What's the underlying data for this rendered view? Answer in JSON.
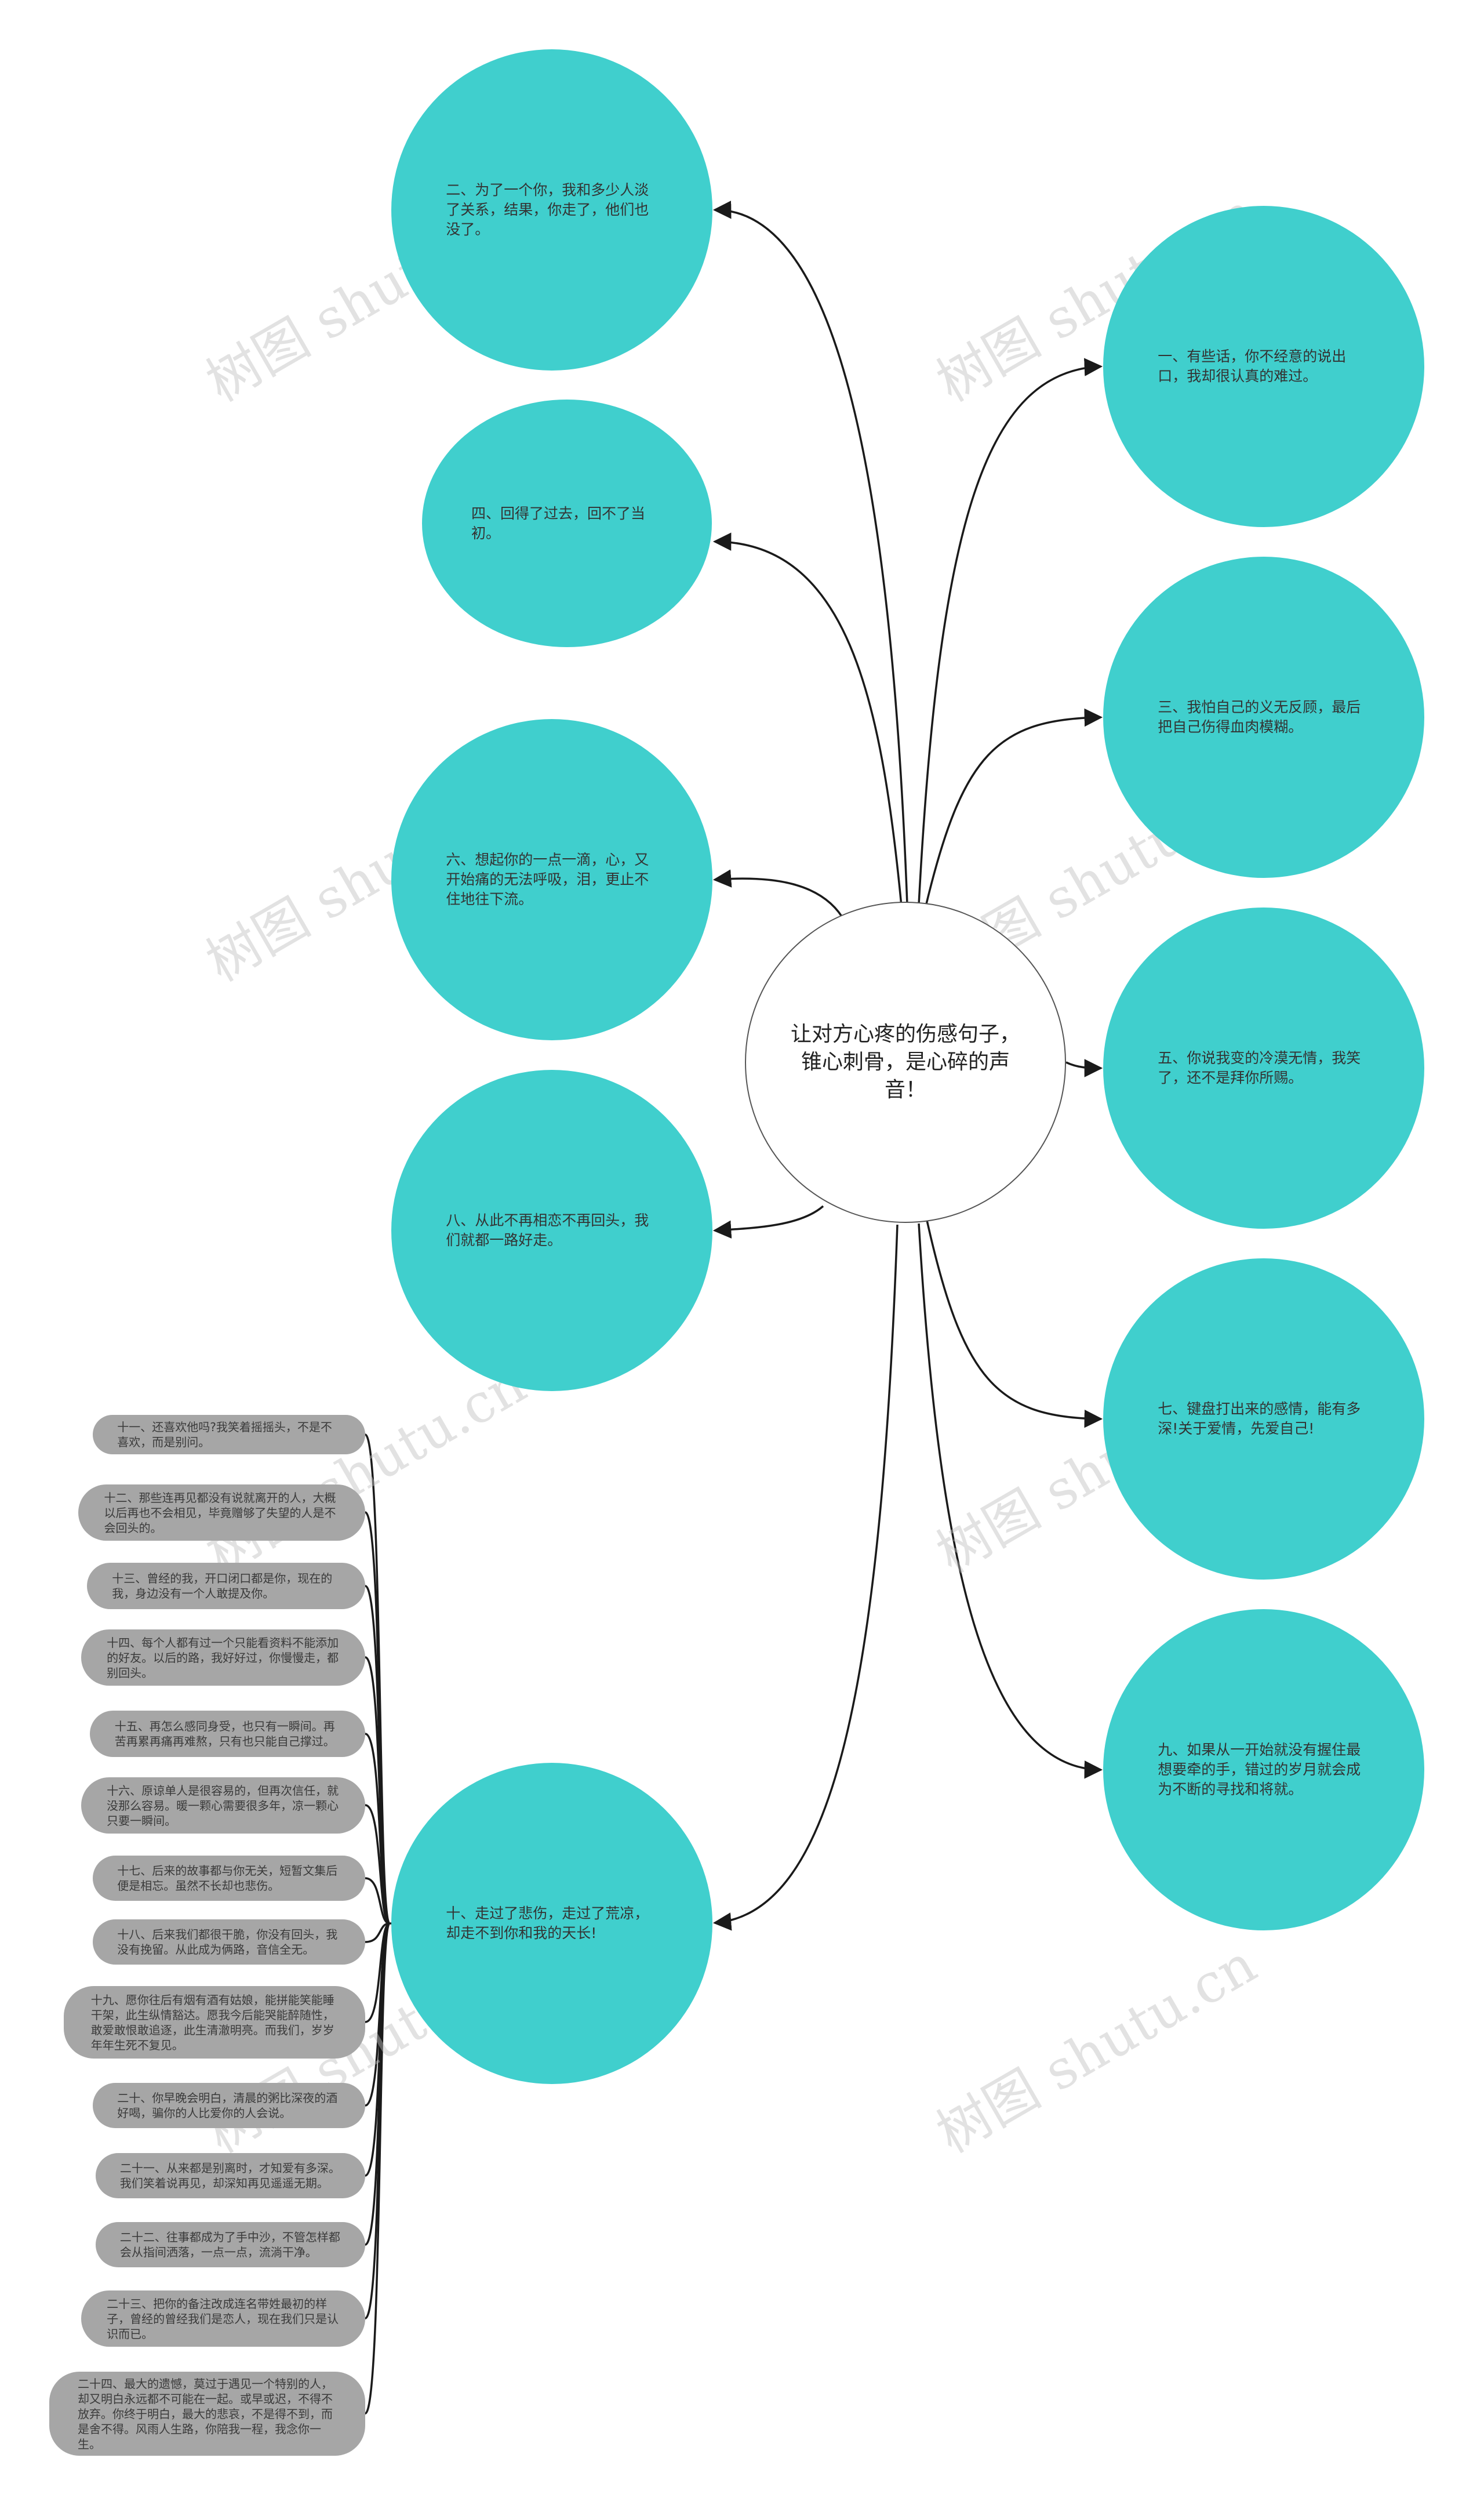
{
  "colors": {
    "node_fill": "#40CFCD",
    "leaf_fill": "#A6A6A6",
    "line": "#1a1a1a"
  },
  "watermark": "树图 shutu.cn",
  "center": {
    "text": "让对方心疼的伤感句子，锥心刺骨，是心碎的声音！"
  },
  "branches": [
    {
      "text": "二、为了一个你，我和多少人淡了关系，结果，你走了，他们也没了。"
    },
    {
      "text": "四、回得了过去，回不了当初。"
    },
    {
      "text": "六、想起你的一点一滴，心，又开始痛的无法呼吸，泪，更止不住地往下流。"
    },
    {
      "text": "八、从此不再相恋不再回头，我们就都一路好走。"
    },
    {
      "text": "十、走过了悲伤，走过了荒凉，却走不到你和我的天长!"
    },
    {
      "text": "一、有些话，你不经意的说出口，我却很认真的难过。"
    },
    {
      "text": "三、我怕自己的义无反顾，最后把自己伤得血肉模糊。"
    },
    {
      "text": "五、你说我变的冷漠无情，我笑了，还不是拜你所赐。"
    },
    {
      "text": "七、键盘打出来的感情，能有多深!关于爱情，先爱自己!"
    },
    {
      "text": "九、如果从一开始就没有握住最想要牵的手，错过的岁月就会成为不断的寻找和将就。"
    }
  ],
  "leaves": [
    {
      "text": "十一、还喜欢他吗?我笑着摇摇头，不是不喜欢，而是别问。"
    },
    {
      "text": "十二、那些连再见都没有说就离开的人，大概以后再也不会相见，毕竟赠够了失望的人是不会回头的。"
    },
    {
      "text": "十三、曾经的我，开口闭口都是你，现在的我，身边没有一个人敢提及你。"
    },
    {
      "text": "十四、每个人都有过一个只能看资料不能添加的好友。以后的路，我好好过，你慢慢走，都别回头。"
    },
    {
      "text": "十五、再怎么感同身受，也只有一瞬间。再苦再累再痛再难熬，只有也只能自己撑过。"
    },
    {
      "text": "十六、原谅单人是很容易的，但再次信任，就没那么容易。暖一颗心需要很多年，凉一颗心只要一瞬间。"
    },
    {
      "text": "十七、后来的故事都与你无关，短暂文集后便是相忘。虽然不长却也悲伤。"
    },
    {
      "text": "十八、后来我们都很干脆，你没有回头，我没有挽留。从此成为俩路，音信全无。"
    },
    {
      "text": "十九、愿你往后有烟有酒有姑娘，能拼能笑能睡干架，此生纵情豁达。愿我今后能哭能醉随性，敢爱敢恨敢追逐，此生清澈明亮。而我们，岁岁年年生死不复见。"
    },
    {
      "text": "二十、你早晚会明白，清晨的粥比深夜的酒好喝，骗你的人比爱你的人会说。"
    },
    {
      "text": "二十一、从来都是别离时，才知爱有多深。我们笑着说再见，却深知再见遥遥无期。"
    },
    {
      "text": "二十二、往事都成为了手中沙，不管怎样都会从指间洒落，一点一点，流淌干净。"
    },
    {
      "text": "二十三、把你的备注改成连名带姓最初的样子，曾经的曾经我们是恋人，现在我们只是认识而已。"
    },
    {
      "text": "二十四、最大的遗憾，莫过于遇见一个特别的人，却又明白永远都不可能在一起。或早或迟，不得不放弃。你终于明白，最大的悲哀，不是得不到，而是舍不得。风雨人生路，你陪我一程，我念你一生。"
    }
  ]
}
